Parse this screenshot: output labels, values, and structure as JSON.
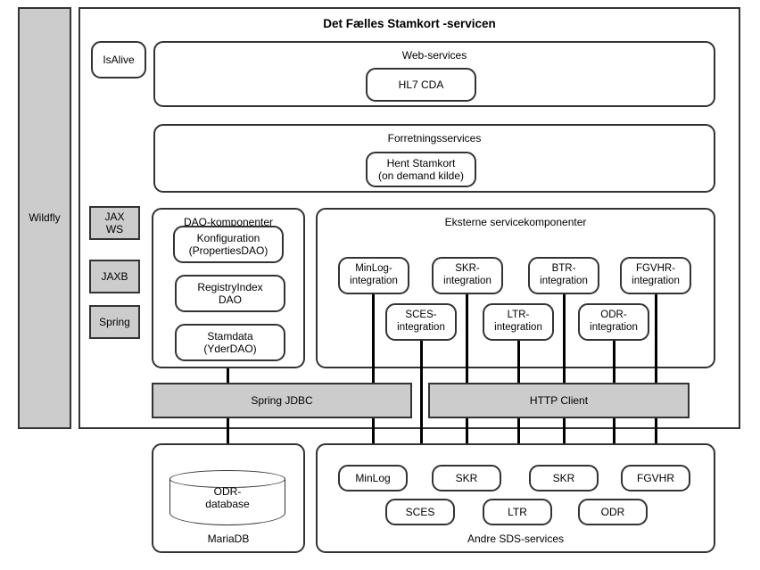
{
  "diagram": {
    "title": "Det Fælles Stamkort -servicen",
    "container_platform": "Wildfly",
    "platform_modules": [
      {
        "label": "JAX\nWS"
      },
      {
        "label": "JAXB"
      },
      {
        "label": "Spring"
      }
    ],
    "isalive": "IsAlive",
    "webservices": {
      "title": "Web-services",
      "items": [
        {
          "label": "HL7 CDA"
        }
      ]
    },
    "forretningsservices": {
      "title": "Forretningsservices",
      "items": [
        {
          "label": "Hent Stamkort\n(on demand kilde)"
        }
      ]
    },
    "dao": {
      "title": "DAO-komponenter",
      "items": [
        {
          "label": "Konfiguration\n(PropertiesDAO)"
        },
        {
          "label": "RegistryIndex\nDAO"
        },
        {
          "label": "Stamdata\n(YderDAO)"
        }
      ]
    },
    "eksterne": {
      "title": "Eksterne servicekomponenter",
      "items_top": [
        {
          "label": "MinLog-\nintegration"
        },
        {
          "label": "SKR-\nintegration"
        },
        {
          "label": "BTR-\nintegration"
        },
        {
          "label": "FGVHR-\nintegration"
        }
      ],
      "items_bottom": [
        {
          "label": "SCES-\nintegration"
        },
        {
          "label": "LTR-\nintegration"
        },
        {
          "label": "ODR-\nintegration"
        }
      ]
    },
    "connectors": [
      {
        "label": "Spring JDBC"
      },
      {
        "label": "HTTP Client"
      }
    ],
    "mariadb": {
      "title": "MariaDB",
      "database": "ODR-\ndatabase"
    },
    "sds": {
      "title": "Andre SDS-services",
      "items_top": [
        {
          "label": "MinLog"
        },
        {
          "label": "SKR"
        },
        {
          "label": "SKR"
        },
        {
          "label": "FGVHR"
        }
      ],
      "items_bottom": [
        {
          "label": "SCES"
        },
        {
          "label": "LTR"
        },
        {
          "label": "ODR"
        }
      ]
    },
    "colors": {
      "stroke": "#333333",
      "gray_fill": "#cccccc",
      "background": "#ffffff",
      "line": "#000000"
    }
  }
}
